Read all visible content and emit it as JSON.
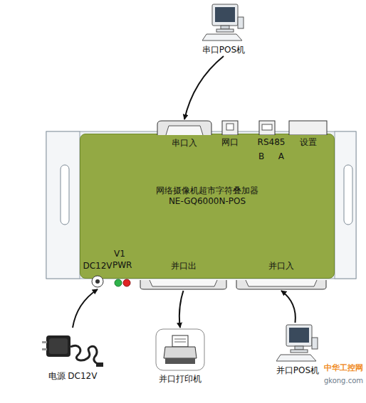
{
  "diagram": {
    "nodes": [
      {
        "text": [
          "网络摄像机超市字符叠加器",
          "NE-GQ6000N-POS"
        ]
      },
      {
        "text": [
          "串口入"
        ],
        "in": 0
      },
      {
        "text": [
          "网口"
        ],
        "in": 0
      },
      {
        "text": [
          "RS485",
          "B",
          "A"
        ],
        "in": 0
      },
      {
        "text": [
          "设置"
        ],
        "in": 0
      },
      {
        "text": [
          "DC12V"
        ],
        "in": 0
      },
      {
        "text": [
          "并口出"
        ],
        "in": 0
      },
      {
        "text": [
          "并口入"
        ],
        "in": 0
      },
      {
        "text": [
          "串口POS机"
        ]
      },
      {
        "text": [
          "电源 DC12V"
        ]
      },
      {
        "text": [
          "并口打印机"
        ]
      },
      {
        "text": [
          "并口POS机"
        ]
      }
    ],
    "edges": [
      {
        "from": 8,
        "to": 1,
        "arrow": "to"
      },
      {
        "from": 9,
        "to": 5,
        "arrow": "to"
      },
      {
        "from": 6,
        "to": 10,
        "arrow": "to"
      },
      {
        "from": 11,
        "to": 7,
        "arrow": "to"
      }
    ],
    "labels": [
      "V1",
      "PWR",
      "中华工控网",
      "gkong.com"
    ]
  }
}
